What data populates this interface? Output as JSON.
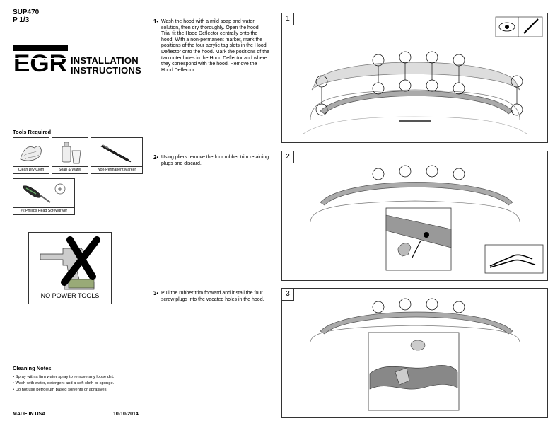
{
  "header": {
    "part_code": "SUP470",
    "page": "P 1/3",
    "logo_text": "EGR",
    "title_line1": "INSTALLATION",
    "title_line2": "INSTRUCTIONS"
  },
  "tools": {
    "heading": "Tools Required",
    "items": [
      {
        "label": "Clean Dry Cloth",
        "icon": "cloth-icon"
      },
      {
        "label": "Soap & Water",
        "icon": "soap-water-icon"
      },
      {
        "label": "Non-Permanent Marker",
        "icon": "marker-icon"
      },
      {
        "label": "#2 Phillips Head Screwdriver",
        "icon": "screwdriver-icon"
      }
    ],
    "no_power_label": "NO POWER TOOLS"
  },
  "cleaning": {
    "heading": "Cleaning Notes",
    "notes": [
      "• Spray with a firm water spray to remove any loose dirt.",
      "• Wash with water, detergent and a soft cloth or sponge.",
      "• Do not use petroleum based solvents or abrasives."
    ]
  },
  "footer": {
    "made_in": "MADE IN USA",
    "date": "10-10-2014"
  },
  "steps": [
    {
      "num": "1•",
      "text": "Wash the hood with a mild soap and water solution, then dry thoroughly. Open the hood. Trial fit the Hood Deflector centrally onto the hood. With a non-permanent marker, mark the positions of the four acrylic tag slots in the Hood Deflector onto the hood. Mark the positions of the two outer holes in the Hood Deflector and where they correspond with the hood. Remove the Hood Deflector."
    },
    {
      "num": "2•",
      "text": "Using pliers remove the four rubber trim retaining plugs and discard."
    },
    {
      "num": "3•",
      "text": "Pull the rubber trim forward and install the four screw plugs into the vacated holes in the hood."
    }
  ],
  "panels": [
    {
      "num": "1"
    },
    {
      "num": "2"
    },
    {
      "num": "3"
    }
  ]
}
